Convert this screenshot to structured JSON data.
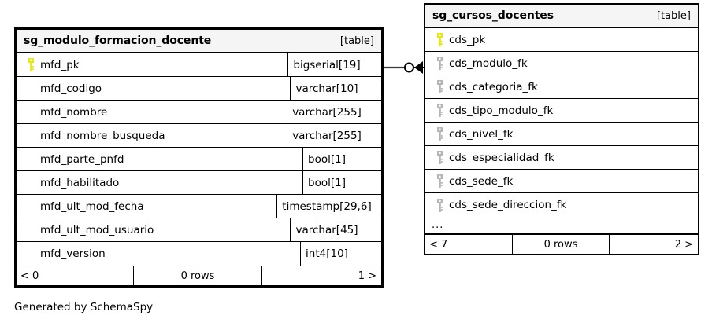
{
  "diagram": {
    "kind_label": "[table]",
    "credit": "Generated by SchemaSpy",
    "pk_icon": "primary-key-icon",
    "fk_icon": "foreign-key-icon",
    "pk_color": "#e8e80e",
    "fk_color": "#b5b5b5",
    "header_bg": "#f5f5f5",
    "line_color": "#3a3a3a",
    "ellipsis": "..."
  },
  "tables": [
    {
      "id": "sg_modulo_formacion_docente",
      "name": "sg_modulo_formacion_docente",
      "kind": "[table]",
      "shows_types": true,
      "columns": [
        {
          "key": "pk",
          "name": "mfd_pk",
          "type": "bigserial[19]"
        },
        {
          "key": "none",
          "name": "mfd_codigo",
          "type": "varchar[10]"
        },
        {
          "key": "none",
          "name": "mfd_nombre",
          "type": "varchar[255]"
        },
        {
          "key": "none",
          "name": "mfd_nombre_busqueda",
          "type": "varchar[255]"
        },
        {
          "key": "none",
          "name": "mfd_parte_pnfd",
          "type": "bool[1]"
        },
        {
          "key": "none",
          "name": "mfd_habilitado",
          "type": "bool[1]"
        },
        {
          "key": "none",
          "name": "mfd_ult_mod_fecha",
          "type": "timestamp[29,6]"
        },
        {
          "key": "none",
          "name": "mfd_ult_mod_usuario",
          "type": "varchar[45]"
        },
        {
          "key": "none",
          "name": "mfd_version",
          "type": "int4[10]"
        }
      ],
      "truncated": false,
      "footer": {
        "prev": "< 0",
        "rows": "0 rows",
        "next": "1 >"
      }
    },
    {
      "id": "sg_cursos_docentes",
      "name": "sg_cursos_docentes",
      "kind": "[table]",
      "shows_types": false,
      "columns": [
        {
          "key": "pk",
          "name": "cds_pk",
          "type": ""
        },
        {
          "key": "fk",
          "name": "cds_modulo_fk",
          "type": ""
        },
        {
          "key": "fk",
          "name": "cds_categoria_fk",
          "type": ""
        },
        {
          "key": "fk",
          "name": "cds_tipo_modulo_fk",
          "type": ""
        },
        {
          "key": "fk",
          "name": "cds_nivel_fk",
          "type": ""
        },
        {
          "key": "fk",
          "name": "cds_especialidad_fk",
          "type": ""
        },
        {
          "key": "fk",
          "name": "cds_sede_fk",
          "type": ""
        },
        {
          "key": "fk",
          "name": "cds_sede_direccion_fk",
          "type": ""
        }
      ],
      "truncated": true,
      "footer": {
        "prev": "< 7",
        "rows": "0 rows",
        "next": "2 >"
      }
    }
  ],
  "relationship": {
    "from_table": "sg_modulo_formacion_docente",
    "from_column": "mfd_pk",
    "to_table": "sg_cursos_docentes",
    "to_column": "cds_modulo_fk",
    "from_cardinality": "one",
    "to_cardinality": "zero-or-many"
  }
}
